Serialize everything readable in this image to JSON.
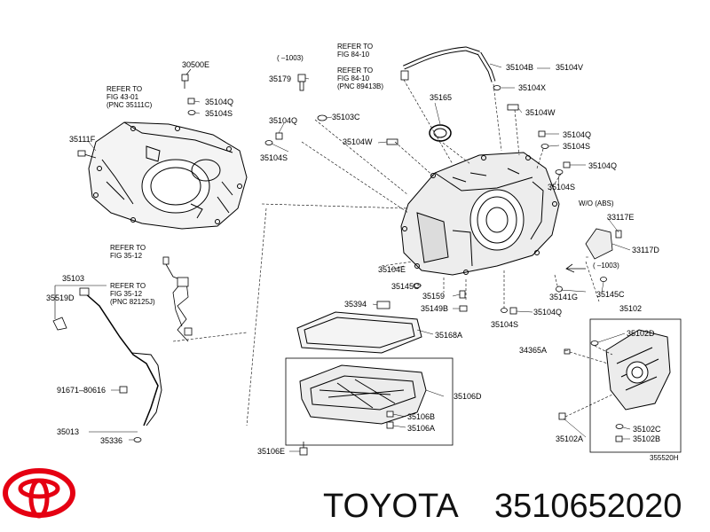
{
  "labels": {
    "l30500E": "30500E",
    "l35104Q_a": "35104Q",
    "l35104S_a": "35104S",
    "l35111F": "35111F",
    "l35179": "35179",
    "l1003a": "( –1003)",
    "l35103C": "35103C",
    "l35104Q_b": "35104Q",
    "l35104S_b": "35104S",
    "l35104B_top": "35104B",
    "l35104V": "35104V",
    "l35104X": "35104X",
    "l35165": "35165",
    "l35104W_top": "35104W",
    "l35104W_mid": "35104W",
    "l35104Q_c": "35104Q",
    "l35104S_c": "35104S",
    "l35104Q_d": "35104Q",
    "l35104S_d": "35104S",
    "lWOABS": "W/O (ABS)",
    "l33117E": "33117E",
    "l33117D": "33117D",
    "l1003b": "( –1003)",
    "l35145C_r": "35145C",
    "l35141G": "35141G",
    "l35102": "35102",
    "l35102D": "35102D",
    "l34365A": "34365A",
    "l35102C": "35102C",
    "l35102B": "35102B",
    "l35102A": "35102A",
    "l35103": "35103",
    "l35519D": "35519D",
    "l91671": "91671–80616",
    "l35013": "35013",
    "l35336": "35336",
    "l35104E": "35104E",
    "l35145C_l": "35145C",
    "l35159": "35159",
    "l35149B": "35149B",
    "l35104Q_e": "35104Q",
    "l35104S_e": "35104S",
    "l35394": "35394",
    "l35168A": "35168A",
    "l35106D": "35106D",
    "l35106B": "35106B",
    "l35106A": "35106A",
    "l35106E": "35106E",
    "lFigCode": "355520H"
  },
  "refs": {
    "r1": [
      "REFER TO",
      "FIG 43-01",
      "(PNC 35111C)"
    ],
    "r2": [
      "REFER TO",
      "FIG 84-10"
    ],
    "r3": [
      "REFER TO",
      "FIG 84-10",
      "(PNC 89413B)"
    ],
    "r4": [
      "REFER TO",
      "FIG 35-12"
    ],
    "r5": [
      "REFER TO",
      "FIG 35-12",
      "(PNC 82125J)"
    ]
  },
  "brand": {
    "name": "TOYOTA",
    "part_number": "3510652020",
    "logo_color": "#e50012"
  }
}
